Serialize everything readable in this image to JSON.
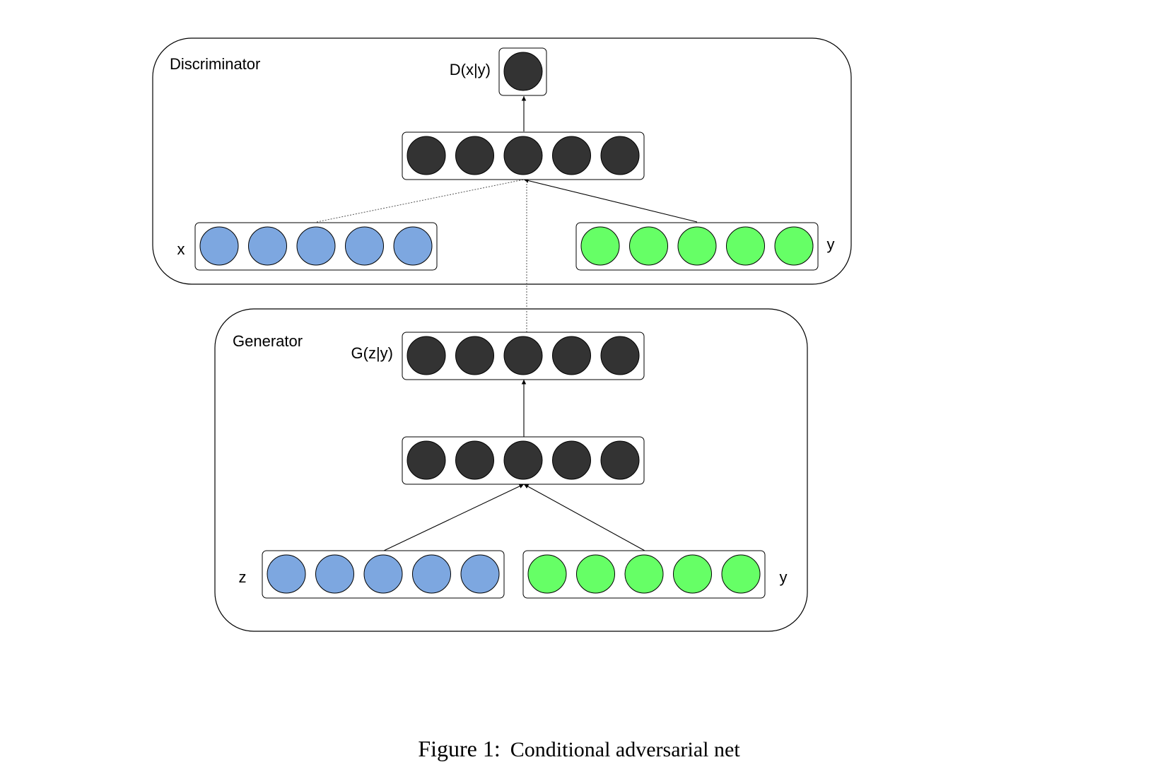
{
  "colors": {
    "hidden": "#333333",
    "data": "#7da7e0",
    "condition": "#66ff66"
  },
  "discriminator": {
    "title": "Discriminator",
    "output_label": "D(x|y)",
    "x_label": "x",
    "y_label": "y"
  },
  "generator": {
    "title": "Generator",
    "output_label": "G(z|y)",
    "z_label": "z",
    "y_label": "y"
  },
  "caption": {
    "prefix": "Figure 1:",
    "text": "Conditional adversarial net"
  }
}
